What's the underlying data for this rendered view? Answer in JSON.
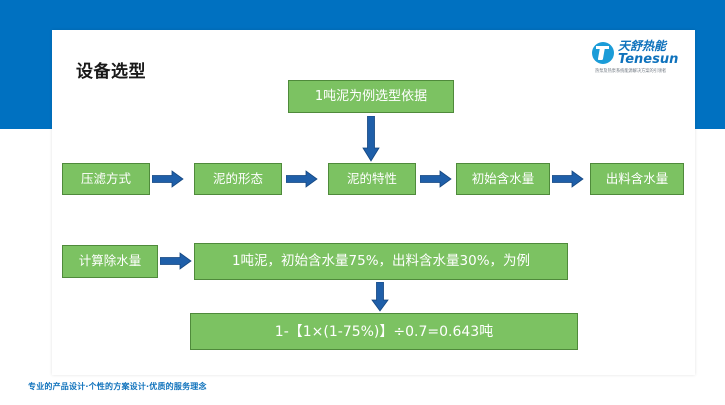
{
  "slide": {
    "title": "设备选型",
    "footer": "专业的产品设计·个性的方案设计·优质的服务理念",
    "band_color": "#0071C1",
    "box_fill": "#7CC262",
    "box_border": "#4F8A3B",
    "arrow_color": "#1F5FA9"
  },
  "logo": {
    "cn": "天舒热能",
    "en": "Tenesun",
    "tagline": "热泵及热泵系统能源解决方案的引领者",
    "mark": "tenesun-circle-logo-icon"
  },
  "basis": {
    "label": "1吨泥为例选型依据"
  },
  "flow": {
    "steps": [
      {
        "label": "压滤方式"
      },
      {
        "label": "泥的形态"
      },
      {
        "label": "泥的特性"
      },
      {
        "label": "初始含水量"
      },
      {
        "label": "出料含水量"
      }
    ],
    "connector": "right-arrow-icon"
  },
  "calc": {
    "label": "计算除水量",
    "example": "1吨泥，初始含水量75%，出料含水量30%，为例",
    "formula": "1-【1×(1-75%)】÷0.7=0.643吨"
  },
  "arrows": {
    "down_from_basis": "down-arrow-icon",
    "down_to_formula": "down-arrow-icon"
  }
}
